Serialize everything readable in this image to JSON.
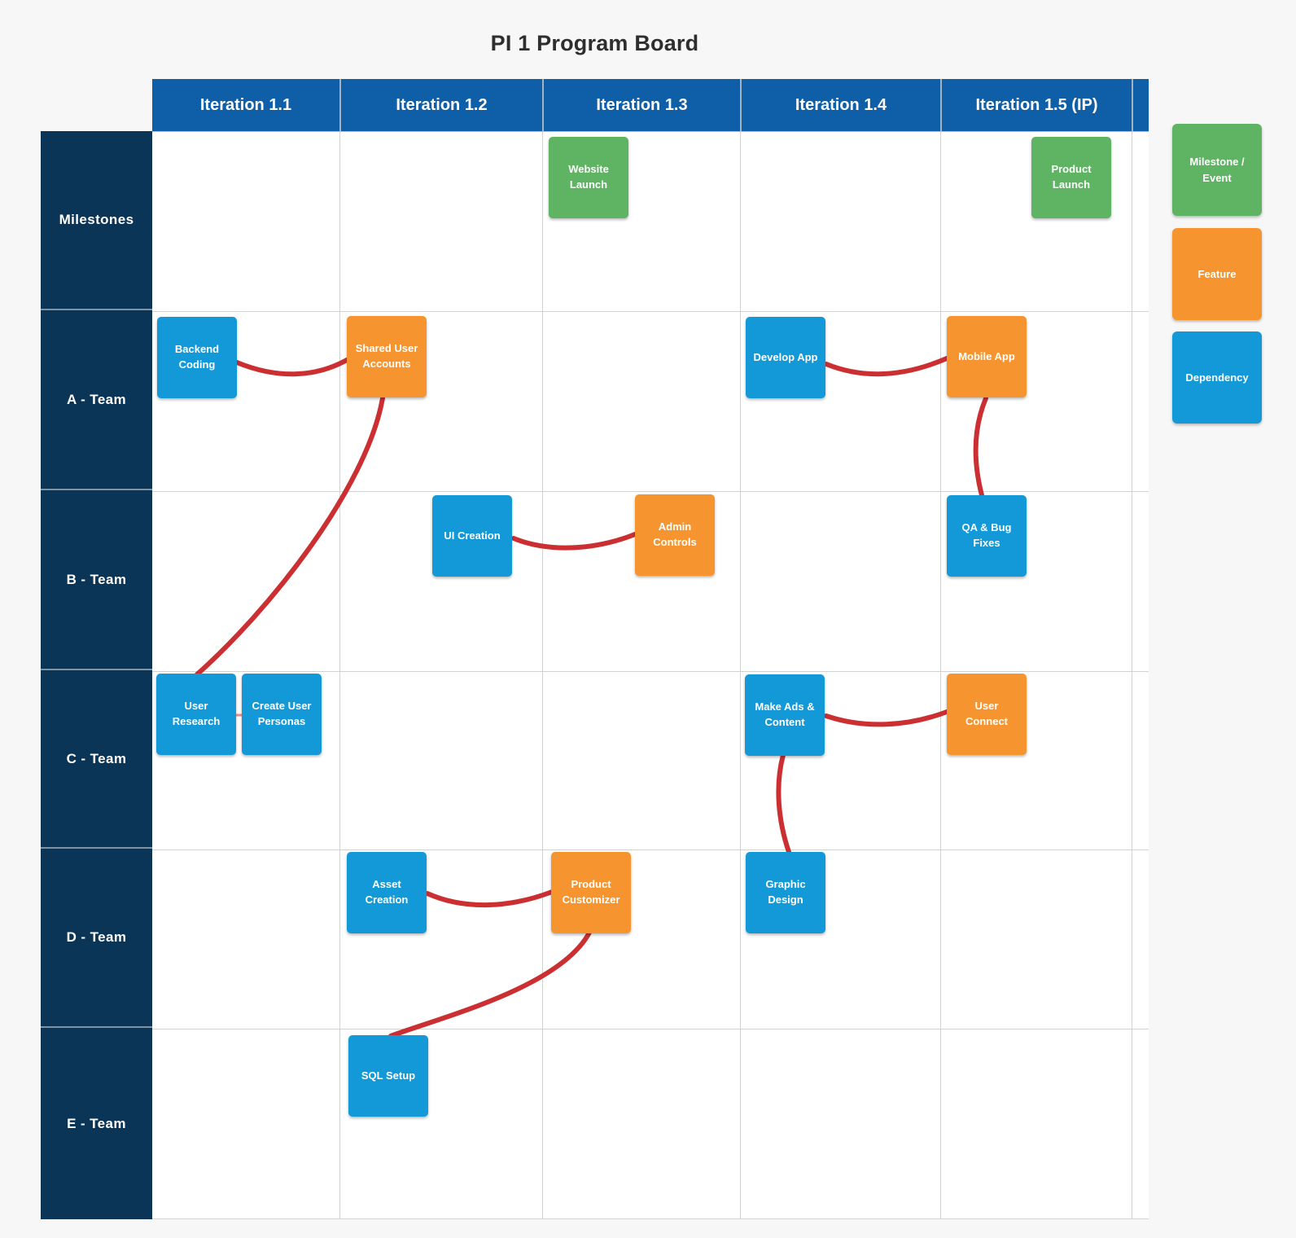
{
  "title": "PI 1 Program Board",
  "columns": [
    "Iteration 1.1",
    "Iteration 1.2",
    "Iteration 1.3",
    "Iteration 1.4",
    "Iteration 1.5 (IP)"
  ],
  "rows": [
    "Milestones",
    "A - Team",
    "B - Team",
    "C - Team",
    "D - Team",
    "E - Team"
  ],
  "colors": {
    "column_header_bg": "#0e5fa8",
    "row_header_bg": "#0b3556",
    "milestone_card": "#5eb463",
    "feature_card": "#f6952f",
    "dependency_card": "#1399d7",
    "dependency_line": "#cb2f32",
    "board_bg": "#ffffff",
    "page_bg": "#f7f7f7"
  },
  "cards": [
    {
      "label": "Website Launch",
      "type": "milestone",
      "row": "Milestones",
      "column": "Iteration 1.3"
    },
    {
      "label": "Product Launch",
      "type": "milestone",
      "row": "Milestones",
      "column": "Iteration 1.5 (IP)"
    },
    {
      "label": "Backend Coding",
      "type": "dependency",
      "row": "A - Team",
      "column": "Iteration 1.1"
    },
    {
      "label": "Shared User Accounts",
      "type": "feature",
      "row": "A - Team",
      "column": "Iteration 1.2"
    },
    {
      "label": "Develop App",
      "type": "dependency",
      "row": "A - Team",
      "column": "Iteration 1.4"
    },
    {
      "label": "Mobile App",
      "type": "feature",
      "row": "A - Team",
      "column": "Iteration 1.5 (IP)"
    },
    {
      "label": "UI Creation",
      "type": "dependency",
      "row": "B - Team",
      "column": "Iteration 1.2"
    },
    {
      "label": "Admin Controls",
      "type": "feature",
      "row": "B - Team",
      "column": "Iteration 1.3"
    },
    {
      "label": "QA & Bug Fixes",
      "type": "dependency",
      "row": "B - Team",
      "column": "Iteration 1.5 (IP)"
    },
    {
      "label": "User Research",
      "type": "dependency",
      "row": "C - Team",
      "column": "Iteration 1.1"
    },
    {
      "label": "Create User Personas",
      "type": "dependency",
      "row": "C - Team",
      "column": "Iteration 1.1"
    },
    {
      "label": "Make Ads & Content",
      "type": "dependency",
      "row": "C - Team",
      "column": "Iteration 1.4"
    },
    {
      "label": "User Connect",
      "type": "feature",
      "row": "C - Team",
      "column": "Iteration 1.5 (IP)"
    },
    {
      "label": "Asset Creation",
      "type": "dependency",
      "row": "D - Team",
      "column": "Iteration 1.2"
    },
    {
      "label": "Product Customizer",
      "type": "feature",
      "row": "D - Team",
      "column": "Iteration 1.3"
    },
    {
      "label": "Graphic Design",
      "type": "dependency",
      "row": "D - Team",
      "column": "Iteration 1.4"
    },
    {
      "label": "SQL Setup",
      "type": "dependency",
      "row": "E - Team",
      "column": "Iteration 1.2"
    }
  ],
  "connections": [
    {
      "from": "Backend Coding",
      "to": "Shared User Accounts"
    },
    {
      "from": "Shared User Accounts",
      "to": "User Research"
    },
    {
      "from": "User Research",
      "to": "Create User Personas"
    },
    {
      "from": "Develop App",
      "to": "Mobile App"
    },
    {
      "from": "Mobile App",
      "to": "QA & Bug Fixes"
    },
    {
      "from": "UI Creation",
      "to": "Admin Controls"
    },
    {
      "from": "Make Ads & Content",
      "to": "User Connect"
    },
    {
      "from": "Make Ads & Content",
      "to": "Graphic Design"
    },
    {
      "from": "Asset Creation",
      "to": "Product Customizer"
    },
    {
      "from": "Product Customizer",
      "to": "SQL Setup"
    }
  ],
  "legend": [
    {
      "label": "Milestone / Event",
      "type": "milestone"
    },
    {
      "label": "Feature",
      "type": "feature"
    },
    {
      "label": "Dependency",
      "type": "dependency"
    }
  ]
}
